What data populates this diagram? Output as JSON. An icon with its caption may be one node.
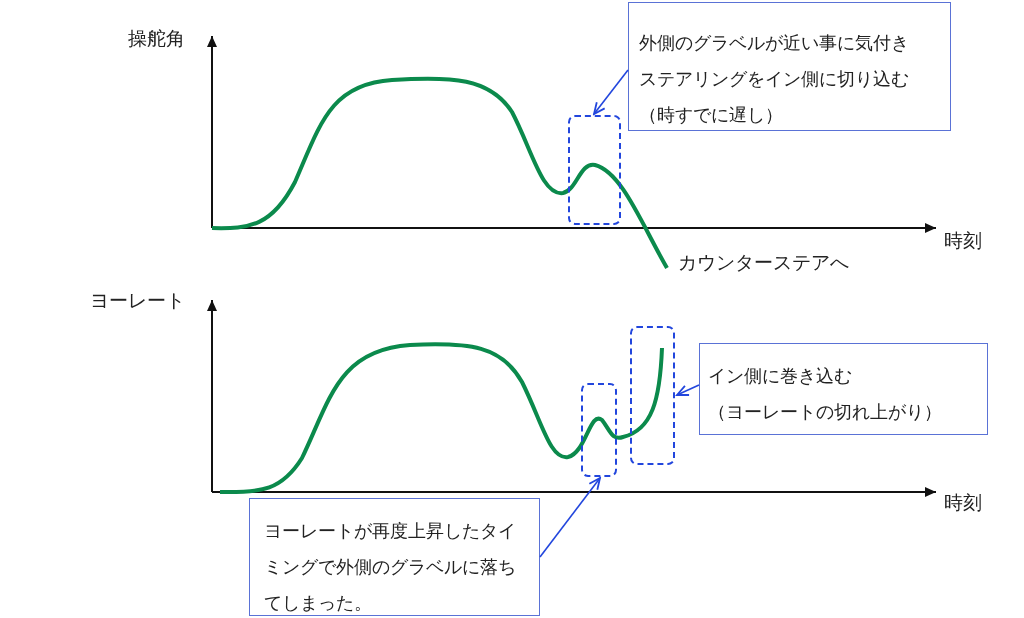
{
  "diagram": {
    "nodes": [
      {
        "text": [
          "外側のグラベルが近い事に気付きステアリングをイン側に切り込む（時すでに遅し）"
        ]
      },
      {
        "text": [],
        "shape": "box"
      },
      {
        "text": [],
        "shape": "box"
      },
      {
        "text": [],
        "shape": "box"
      },
      {
        "text": [
          "イン側に巻き込む（ヨーレートの切れ上がり）"
        ]
      },
      {
        "text": [
          "ヨーレートが再度上昇したタイミングで外側のグラベルに落ちてしまった。"
        ]
      }
    ],
    "edges": [
      {
        "from": 0,
        "to": 1,
        "arrow": "to"
      },
      {
        "from": 4,
        "to": 3,
        "arrow": "to"
      },
      {
        "from": 5,
        "to": 2,
        "arrow": "to"
      }
    ],
    "labels": [
      "操舵角",
      "時刻",
      "カウンターステアへ",
      "ヨーレート",
      "時刻"
    ]
  }
}
